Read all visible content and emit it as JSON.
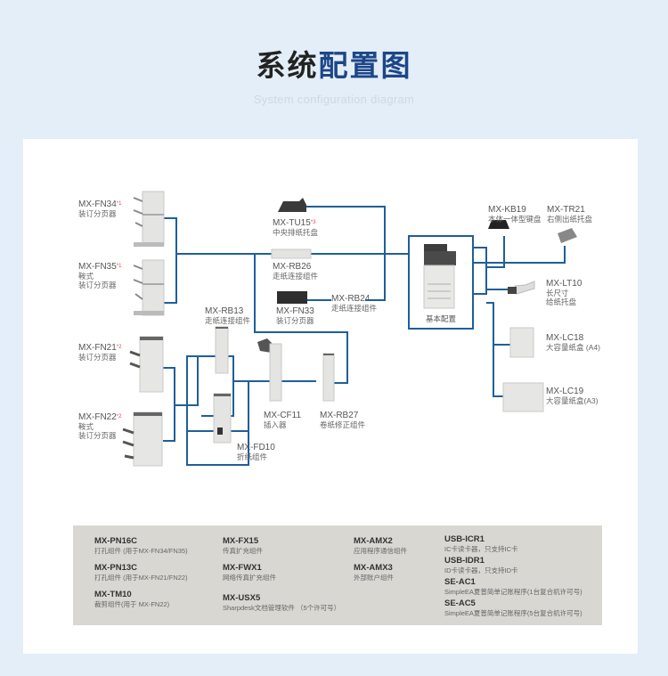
{
  "header": {
    "title_part1": "系统",
    "title_part2": "配置图",
    "subtitle": "System configuration diagram"
  },
  "colors": {
    "background": "#e3eef8",
    "title_dark": "#222222",
    "title_accent": "#1d4688",
    "connector_line": "#1f5f99",
    "footnote_mark": "#e0475a",
    "accessory_box": "#d8d7d2"
  },
  "base_unit": {
    "label": "基本配置"
  },
  "devices": {
    "fn34": {
      "code": "MX-FN34",
      "mark": "*1",
      "lines": [
        "装订分页器"
      ]
    },
    "fn35": {
      "code": "MX-FN35",
      "mark": "*1",
      "lines": [
        "鞍式",
        "装订分页器"
      ]
    },
    "fn21": {
      "code": "MX-FN21",
      "mark": "*2",
      "lines": [
        "装订分页器"
      ]
    },
    "fn22": {
      "code": "MX-FN22",
      "mark": "*2",
      "lines": [
        "鞍式",
        "装订分页器"
      ]
    },
    "tu15": {
      "code": "MX-TU15",
      "mark": "*3",
      "lines": [
        "中央排纸托盘"
      ]
    },
    "rb26": {
      "code": "MX-RB26",
      "mark": "",
      "lines": [
        "走纸连接组件"
      ]
    },
    "fn33": {
      "code": "MX-FN33",
      "mark": "",
      "lines": [
        "装订分页器"
      ]
    },
    "rb24": {
      "code": "MX-RB24",
      "mark": "",
      "lines": [
        "走纸连接组件"
      ]
    },
    "rb13": {
      "code": "MX-RB13",
      "mark": "",
      "lines": [
        "走纸连接组件"
      ]
    },
    "cf11": {
      "code": "MX-CF11",
      "mark": "",
      "lines": [
        "插入器"
      ]
    },
    "rb27": {
      "code": "MX-RB27",
      "mark": "",
      "lines": [
        "卷纸修正组件"
      ]
    },
    "fd10": {
      "code": "MX-FD10",
      "mark": "",
      "lines": [
        "折纸组件"
      ]
    },
    "kb19": {
      "code": "MX-KB19",
      "mark": "",
      "lines": [
        "本体一体型键盘"
      ]
    },
    "tr21": {
      "code": "MX-TR21",
      "mark": "",
      "lines": [
        "右侧出纸托盘"
      ]
    },
    "lt10": {
      "code": "MX-LT10",
      "mark": "",
      "lines": [
        "长尺寸",
        "给纸托盘"
      ]
    },
    "lc18": {
      "code": "MX-LC18",
      "mark": "",
      "lines": [
        "大容量纸盒 (A4)"
      ]
    },
    "lc19": {
      "code": "MX-LC19",
      "mark": "",
      "lines": [
        "大容量纸盒(A3)"
      ]
    }
  },
  "accessories": [
    {
      "code": "MX-PN16C",
      "desc": "打孔组件 (用于MX-FN34/FN35)"
    },
    {
      "code": "MX-PN13C",
      "desc": "打孔组件 (用于MX-FN21/FN22)"
    },
    {
      "code": "MX-TM10",
      "desc": "裁剪组件(用于 MX-FN22)"
    },
    {
      "code": "MX-FX15",
      "desc": "传真扩充组件"
    },
    {
      "code": "MX-FWX1",
      "desc": "网络传真扩充组件"
    },
    {
      "code": "MX-USX5",
      "desc": "Sharpdesk文档管理软件 （5个许可号）"
    },
    {
      "code": "MX-AMX2",
      "desc": "应用程序通信组件"
    },
    {
      "code": "MX-AMX3",
      "desc": "外部账户组件"
    },
    {
      "code": "USB-ICR1",
      "desc": "IC卡读卡器，只支持IC卡"
    },
    {
      "code": "USB-IDR1",
      "desc": "ID卡读卡器，只支持ID卡"
    },
    {
      "code": "SE-AC1",
      "desc": "SimpleEA夏普简单记账程序(1台复合机许可号)"
    },
    {
      "code": "SE-AC5",
      "desc": "SimpleEA夏普简单记账程序(5台复合机许可号)"
    }
  ]
}
